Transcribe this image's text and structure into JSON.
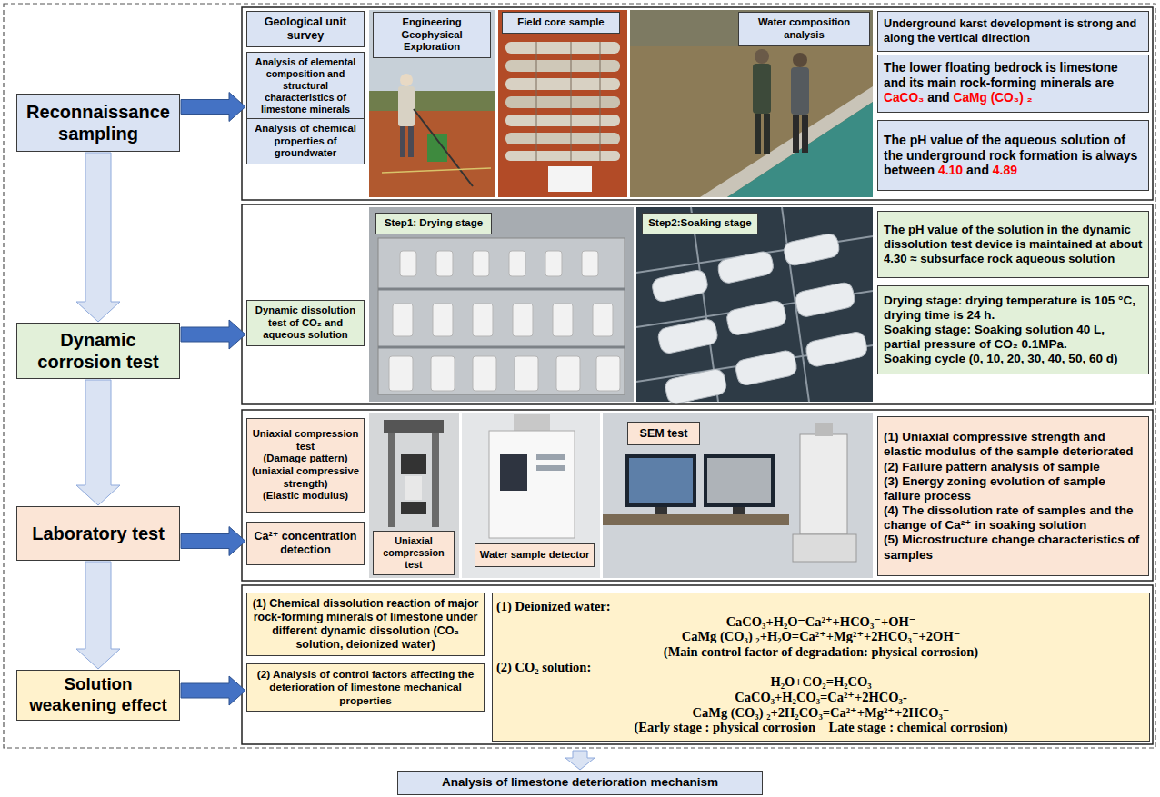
{
  "diagram": {
    "nodes": [
      {
        "text": [
          "Reconnaissance sampling"
        ]
      },
      {
        "text": [
          "Geological unit survey"
        ]
      },
      {
        "text": [
          "Analysis of elemental composition and structural characteristics of limestone minerals"
        ]
      },
      {
        "text": [
          "Analysis of chemical properties of groundwater"
        ]
      },
      {
        "text": [
          "Engineering Geophysical Exploration"
        ]
      },
      {
        "text": [
          "Field core sample"
        ]
      },
      {
        "text": [
          "Water composition analysis"
        ]
      },
      {
        "text": [
          "Underground karst development is strong and along the vertical direction"
        ]
      },
      {
        "text": [
          "The lower floating bedrock is limestone and its main rock-forming minerals are",
          "CaCO₃",
          "and",
          "CaMg (CO₃) ₂"
        ]
      },
      {
        "text": [
          "The pH value of the aqueous solution of the underground rock formation is always between",
          "4.10",
          "and",
          "4.89"
        ]
      },
      {
        "text": [
          "Dynamic corrosion test"
        ]
      },
      {
        "text": [
          "Dynamic dissolution test of CO₂ and aqueous solution"
        ]
      },
      {
        "text": [
          "Step1: Drying stage"
        ]
      },
      {
        "text": [
          "Step2:Soaking stage"
        ]
      },
      {
        "text": [
          "The pH value of the solution in the dynamic dissolution test device is maintained at about 4.30 ≈ subsurface rock aqueous solution"
        ]
      },
      {
        "text": [
          "Drying stage: drying temperature is 105 °C, drying time is 24 h.",
          "Soaking stage: Soaking solution 40 L, partial pressure of CO₂ 0.1MPa.",
          "Soaking cycle (0, 10, 20, 30, 40, 50, 60 d)"
        ]
      },
      {
        "text": [
          "Laboratory test"
        ]
      },
      {
        "text": [
          "Uniaxial compression test",
          "(Damage pattern)",
          "(uniaxial compressive strength)",
          "(Elastic modulus)"
        ]
      },
      {
        "text": [
          "Ca²⁺ concentration detection"
        ]
      },
      {
        "text": [
          "Uniaxial compression test"
        ]
      },
      {
        "text": [
          "Water sample detector"
        ]
      },
      {
        "text": [
          "SEM test"
        ]
      },
      {
        "text": [
          "(1) Uniaxial compressive strength and elastic modulus of the sample deteriorated",
          "(2) Failure pattern analysis of sample",
          "(3) Energy zoning evolution of sample failure process",
          "(4) The dissolution rate of samples and the change of Ca²⁺ in soaking solution",
          "(5) Microstructure change characteristics of samples"
        ]
      },
      {
        "text": [
          "Solution weakening effect"
        ]
      },
      {
        "text": [
          "(1) Chemical dissolution reaction of major rock-forming minerals of limestone under different dynamic dissolution (CO₂ solution, deionized water)"
        ]
      },
      {
        "text": [
          "(2) Analysis of control factors affecting the deterioration of limestone mechanical properties"
        ]
      },
      {
        "text": [
          "(1) Deionized water:",
          "CaCO₃+H₂O=Ca²⁺+HCO₃⁻+OH⁻",
          "CaMg (CO₃) ₂+H₂O=Ca²⁺+Mg²⁺+2HCO₃⁻+2OH⁻",
          "(Main control factor of degradation: physical corrosion)",
          "(2) CO₂ solution:",
          "H₂O+CO₂=H₂CO₃",
          "CaCO₃+H₂CO₃=Ca²⁺+2HCO₃-",
          "CaMg (CO₃) ₂+2H₂CO₃=Ca²⁺+Mg²⁺+2HCO₃⁻",
          "(Early stage : physical corrosion    Late stage : chemical corrosion)"
        ]
      },
      {
        "text": [
          "Analysis of limestone deterioration mechanism"
        ]
      }
    ],
    "edges": [
      {
        "from": 0,
        "to": 2,
        "arrow": "to"
      },
      {
        "from": 0,
        "to": 10,
        "arrow": "to"
      },
      {
        "from": 10,
        "to": 11,
        "arrow": "to"
      },
      {
        "from": 10,
        "to": 16,
        "arrow": "to"
      },
      {
        "from": 16,
        "to": 18,
        "arrow": "to"
      },
      {
        "from": 16,
        "to": 23,
        "arrow": "to"
      },
      {
        "from": 23,
        "to": 25,
        "arrow": "to"
      }
    ]
  }
}
